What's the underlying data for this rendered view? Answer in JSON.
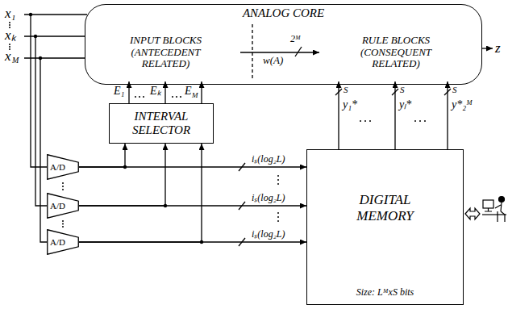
{
  "diagram": {
    "nodes": [
      {
        "text": [
          "ANALOG CORE"
        ]
      },
      {
        "text": [
          "INPUT BLOCKS (ANTECEDENT RELATED)"
        ],
        "in": 0
      },
      {
        "text": [
          "RULE BLOCKS (CONSEQUENT RELATED)"
        ],
        "in": 0
      },
      {
        "text": [
          "INTERVAL SELECTOR"
        ]
      },
      {
        "text": [
          "DIGITAL MEMORY",
          "Size: LᴹxS bits"
        ]
      },
      {
        "text": [
          "A/D"
        ]
      },
      {
        "text": [
          "A/D"
        ]
      },
      {
        "text": [
          "A/D"
        ]
      }
    ],
    "edges": [
      {
        "from": 1,
        "to": 2,
        "arrow": "to",
        "label": "w(A)"
      },
      {
        "from": 3,
        "to": 1,
        "arrow": "to"
      },
      {
        "from": 3,
        "to": 1,
        "arrow": "to"
      },
      {
        "from": 3,
        "to": 1,
        "arrow": "to"
      },
      {
        "from": 4,
        "to": 2,
        "arrow": "to"
      },
      {
        "from": 4,
        "to": 2,
        "arrow": "to"
      },
      {
        "from": 4,
        "to": 2,
        "arrow": "to"
      },
      {
        "from": 5,
        "to": 3,
        "arrow": "to"
      },
      {
        "from": 6,
        "to": 3,
        "arrow": "to"
      },
      {
        "from": 7,
        "to": 3,
        "arrow": "to"
      },
      {
        "from": 5,
        "to": 4,
        "arrow": "to"
      },
      {
        "from": 6,
        "to": 4,
        "arrow": "to"
      },
      {
        "from": 7,
        "to": 4,
        "arrow": "to"
      }
    ],
    "labels": [
      "x₁",
      "xₖ",
      "x",
      "M",
      "z",
      "2ᴹ",
      "E₁",
      "Eₖ",
      "E",
      "M",
      "S",
      "y₁*",
      "S",
      "yₗ*",
      "S",
      "y*₂ᴹ",
      "iₛ(log₂L)",
      "iₛ(log₂L)",
      "iₛ(log₂L)"
    ]
  }
}
